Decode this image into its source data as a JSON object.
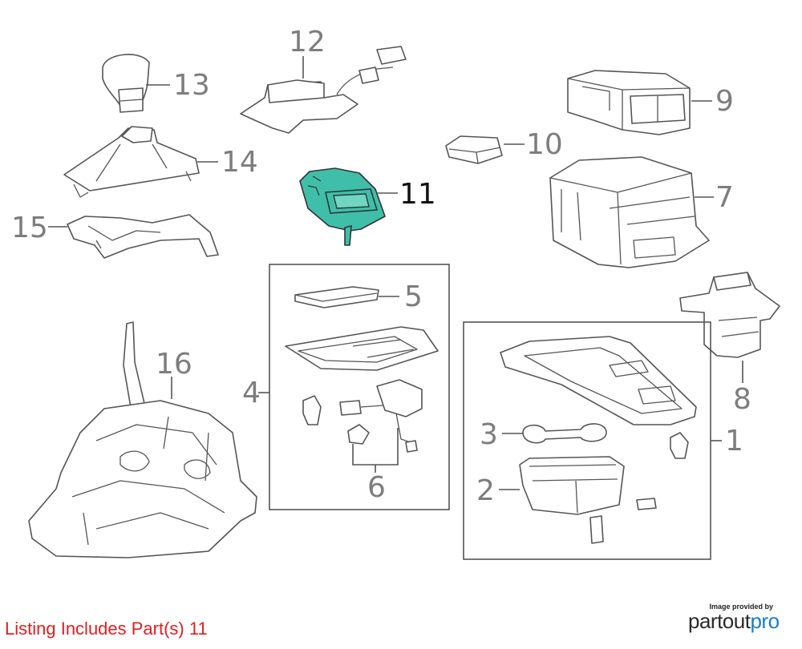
{
  "diagram": {
    "highlight_color": "#3fbfaa",
    "labels": [
      {
        "id": "1",
        "text": "1"
      },
      {
        "id": "2",
        "text": "2"
      },
      {
        "id": "3",
        "text": "3"
      },
      {
        "id": "4",
        "text": "4"
      },
      {
        "id": "5",
        "text": "5"
      },
      {
        "id": "6",
        "text": "6"
      },
      {
        "id": "7",
        "text": "7"
      },
      {
        "id": "8",
        "text": "8"
      },
      {
        "id": "9",
        "text": "9"
      },
      {
        "id": "10",
        "text": "10"
      },
      {
        "id": "11",
        "text": "11"
      },
      {
        "id": "12",
        "text": "12"
      },
      {
        "id": "13",
        "text": "13"
      },
      {
        "id": "14",
        "text": "14"
      },
      {
        "id": "15",
        "text": "15"
      },
      {
        "id": "16",
        "text": "16"
      }
    ]
  },
  "footer": {
    "listing": "Listing Includes Part(s) 11"
  },
  "brand": {
    "caption": "Image provided by",
    "name_part1": "partout",
    "name_part2": "pro",
    "accent_color": "#1a7dc4"
  }
}
